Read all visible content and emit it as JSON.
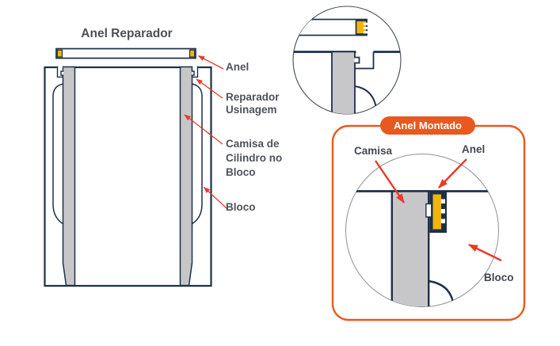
{
  "main_diagram": {
    "title": "Anel Reparador",
    "labels": {
      "anel": "Anel",
      "reparador": [
        "Reparador",
        "Usinagem"
      ],
      "camisa": [
        "Camisa de",
        "Cilindro no",
        "Bloco"
      ],
      "bloco": "Bloco"
    }
  },
  "mounted_detail": {
    "badge": "Anel Montado",
    "labels": {
      "camisa": "Camisa",
      "anel": "Anel",
      "bloco": "Bloco"
    }
  },
  "colors": {
    "outline_navy": "#1d3049",
    "liner_gray": "#c7c7c9",
    "ring_yellow": "#f0b50a",
    "arrow_red": "#e73b2a",
    "panel_orange": "#e8581f",
    "label_text": "#4e535a"
  }
}
